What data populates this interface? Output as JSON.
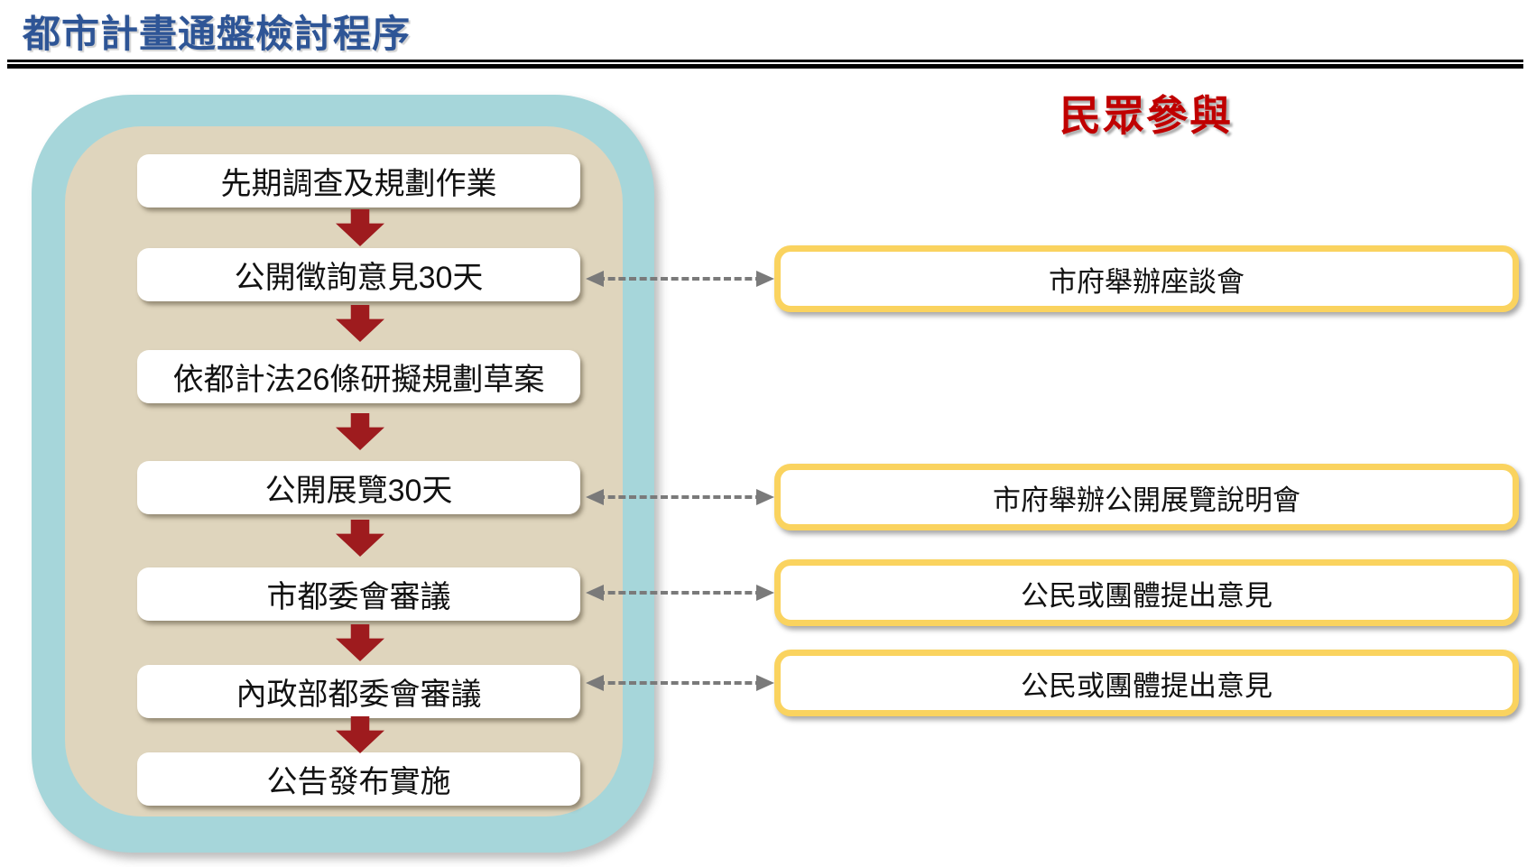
{
  "page": {
    "title": "都市計畫通盤檢討程序",
    "participation_title": "民眾參與"
  },
  "flow": {
    "steps": [
      {
        "label": "先期調查及規劃作業"
      },
      {
        "label": "公開徵詢意見30天"
      },
      {
        "label": "依都計法26條研擬規劃草案"
      },
      {
        "label": "公開展覽30天"
      },
      {
        "label": "市都委會審議"
      },
      {
        "label": "內政部都委會審議"
      },
      {
        "label": "公告發布實施"
      }
    ]
  },
  "participation": {
    "items": [
      {
        "label": "市府舉辦座談會",
        "linked_step": "公開徵詢意見30天"
      },
      {
        "label": "市府舉辦公開展覽說明會",
        "linked_step": "公開展覽30天"
      },
      {
        "label": "公民或團體提出意見",
        "linked_step": "市都委會審議"
      },
      {
        "label": "公民或團體提出意見",
        "linked_step": "內政部都委會審議"
      }
    ]
  },
  "colors": {
    "title_blue": "#2E5596",
    "participation_red": "#C00000",
    "flow_arrow_red": "#9E1B1E",
    "outer_ring_teal": "#A6D6DA",
    "inner_panel_tan": "#DFD5BD",
    "participation_border_yellow": "#FAD35F",
    "connector_gray": "#7A7A7A",
    "divider_black": "#000000"
  }
}
